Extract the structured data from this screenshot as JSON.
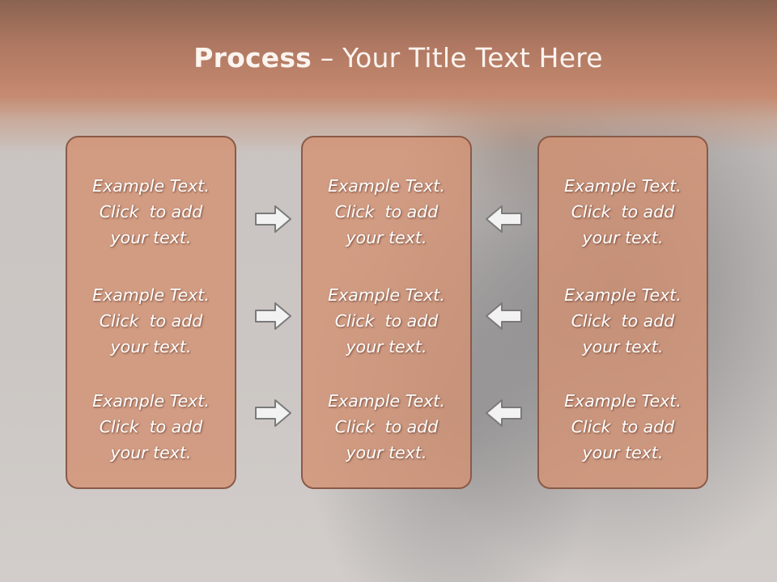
{
  "title": {
    "bold": "Process",
    "rest": " – Your Title Text Here"
  },
  "panels": [
    {
      "items": [
        {
          "line1": "Example Text.",
          "line2": "Click  to add",
          "line3": "your text."
        },
        {
          "line1": "Example Text.",
          "line2": "Click  to add",
          "line3": "your text."
        },
        {
          "line1": "Example Text.",
          "line2": "Click  to add",
          "line3": "your text."
        }
      ]
    },
    {
      "items": [
        {
          "line1": "Example Text.",
          "line2": "Click  to add",
          "line3": "your text."
        },
        {
          "line1": "Example Text.",
          "line2": "Click  to add",
          "line3": "your text."
        },
        {
          "line1": "Example Text.",
          "line2": "Click  to add",
          "line3": "your text."
        }
      ]
    },
    {
      "items": [
        {
          "line1": "Example Text.",
          "line2": "Click  to add",
          "line3": "your text."
        },
        {
          "line1": "Example Text.",
          "line2": "Click  to add",
          "line3": "your text."
        },
        {
          "line1": "Example Text.",
          "line2": "Click  to add",
          "line3": "your text."
        }
      ]
    }
  ],
  "arrows": {
    "left_column": "right-arrow-icon",
    "right_column": "left-arrow-icon",
    "fill": "#f2f2f2",
    "stroke": "#7a7a7a"
  },
  "colors": {
    "header": "#c58a70",
    "panel_fill": "#d2927a",
    "panel_border": "#8a5a48",
    "title_text": "#fbf4ef"
  }
}
